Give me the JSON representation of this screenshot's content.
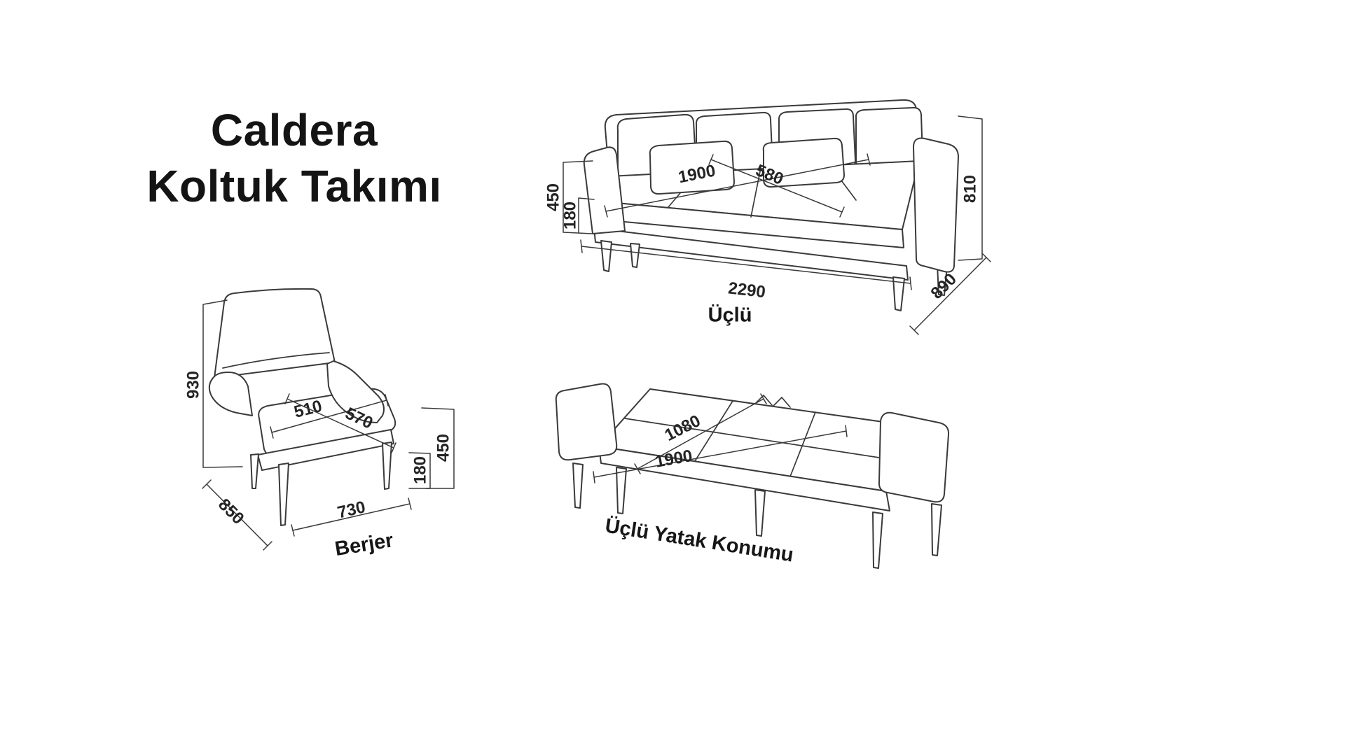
{
  "title": {
    "line1": "Caldera",
    "line2": "Koltuk Takımı"
  },
  "colors": {
    "line": "#3a3a3a",
    "text": "#242424",
    "background": "#ffffff"
  },
  "sofa": {
    "label": "Üçlü",
    "total_length": "2290",
    "total_depth": "890",
    "height": "810",
    "seat_height": "450",
    "cushion_height": "180",
    "seat_length": "1900",
    "seat_depth": "580"
  },
  "armchair": {
    "label": "Berjer",
    "height": "930",
    "total_depth": "850",
    "total_width": "730",
    "seat_width": "510",
    "seat_depth": "570",
    "seat_height": "450",
    "cushion_height": "180"
  },
  "sofabed": {
    "label": "Üçlü Yatak Konumu",
    "bed_width": "1080",
    "bed_length": "1900"
  }
}
